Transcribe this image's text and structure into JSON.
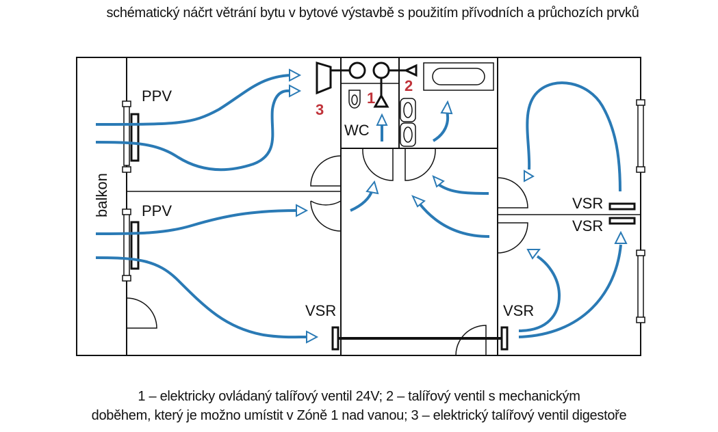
{
  "title": "schématický náčrt větrání bytu v bytové výstavbě s použitím přívodních a průchozích prvků",
  "labels": {
    "ppv_upper": "PPV",
    "ppv_lower": "PPV",
    "balcony": "balkon",
    "wc": "WC",
    "vsr_hall": "VSR",
    "vsr_room": "VSR",
    "vsr_right_upper": "VSR",
    "vsr_right_lower": "VSR",
    "valve_1": "1",
    "valve_2": "2",
    "valve_3": "3"
  },
  "caption": {
    "line1": "1 – elektricky ovládaný talířový ventil 24V; 2 – talířový ventil s mechanickým",
    "line2": "doběhem, který je možno umístit v Zóně 1 nad vanou; 3 – elektrický talířový ventil digestoře"
  },
  "colors": {
    "airflow": "#2a7ab5",
    "valve_numbers": "#c0333a",
    "walls": "#111111"
  }
}
